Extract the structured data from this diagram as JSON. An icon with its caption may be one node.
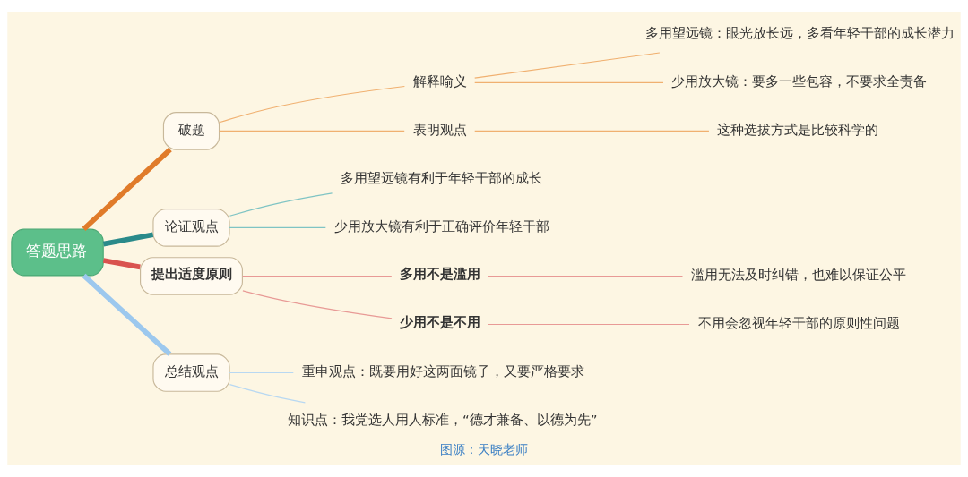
{
  "diagram": {
    "caption": "图源：天晓老师",
    "nodes": [
      {
        "text": [
          "答题思路"
        ]
      },
      {
        "text": [
          "破题"
        ]
      },
      {
        "text": [
          "解释喻义"
        ]
      },
      {
        "text": [
          "多用望远镜：眼光放长远，多看年轻干部的成长潜力"
        ]
      },
      {
        "text": [
          "少用放大镜：要多一些包容，不要求全责备"
        ]
      },
      {
        "text": [
          "表明观点"
        ]
      },
      {
        "text": [
          "这种选拔方式是比较科学的"
        ]
      },
      {
        "text": [
          "论证观点"
        ]
      },
      {
        "text": [
          "多用望远镜有利于年轻干部的成长"
        ]
      },
      {
        "text": [
          "少用放大镜有利于正确评价年轻干部"
        ]
      },
      {
        "text": [
          "提出适度原则"
        ]
      },
      {
        "text": [
          "多用不是滥用"
        ]
      },
      {
        "text": [
          "滥用无法及时纠错，也难以保证公平"
        ]
      },
      {
        "text": [
          "少用不是不用"
        ]
      },
      {
        "text": [
          "不用会忽视年轻干部的原则性问题"
        ]
      },
      {
        "text": [
          "总结观点"
        ]
      },
      {
        "text": [
          "重申观点：既要用好这两面镜子，又要严格要求"
        ]
      },
      {
        "text": [
          "知识点：我党选人用人标准，“德才兼备、以德为先”"
        ]
      }
    ],
    "edges": [
      {
        "from": 0,
        "to": 1,
        "arrow": "none",
        "style": "thick",
        "color": "#e07b2a"
      },
      {
        "from": 1,
        "to": 2,
        "arrow": "none",
        "color": "#f0b070"
      },
      {
        "from": 2,
        "to": 3,
        "arrow": "none",
        "color": "#f0b070"
      },
      {
        "from": 2,
        "to": 4,
        "arrow": "none",
        "color": "#f0b070"
      },
      {
        "from": 1,
        "to": 5,
        "arrow": "none",
        "color": "#f0b070"
      },
      {
        "from": 5,
        "to": 6,
        "arrow": "none",
        "color": "#f0b070"
      },
      {
        "from": 0,
        "to": 7,
        "arrow": "none",
        "style": "thick",
        "color": "#2a8a8a"
      },
      {
        "from": 7,
        "to": 8,
        "arrow": "none",
        "color": "#7fc4c4"
      },
      {
        "from": 7,
        "to": 9,
        "arrow": "none",
        "color": "#7fc4c4"
      },
      {
        "from": 0,
        "to": 10,
        "arrow": "none",
        "style": "thick",
        "color": "#d9534f"
      },
      {
        "from": 10,
        "to": 11,
        "arrow": "none",
        "color": "#e89a96"
      },
      {
        "from": 11,
        "to": 12,
        "arrow": "none",
        "color": "#e89a96"
      },
      {
        "from": 10,
        "to": 13,
        "arrow": "none",
        "color": "#e89a96"
      },
      {
        "from": 13,
        "to": 14,
        "arrow": "none",
        "color": "#e89a96"
      },
      {
        "from": 0,
        "to": 15,
        "arrow": "none",
        "style": "thick",
        "color": "#9cc8ee"
      },
      {
        "from": 15,
        "to": 16,
        "arrow": "none",
        "color": "#b8d8f2"
      },
      {
        "from": 15,
        "to": 17,
        "arrow": "none",
        "color": "#b8d8f2"
      }
    ]
  }
}
